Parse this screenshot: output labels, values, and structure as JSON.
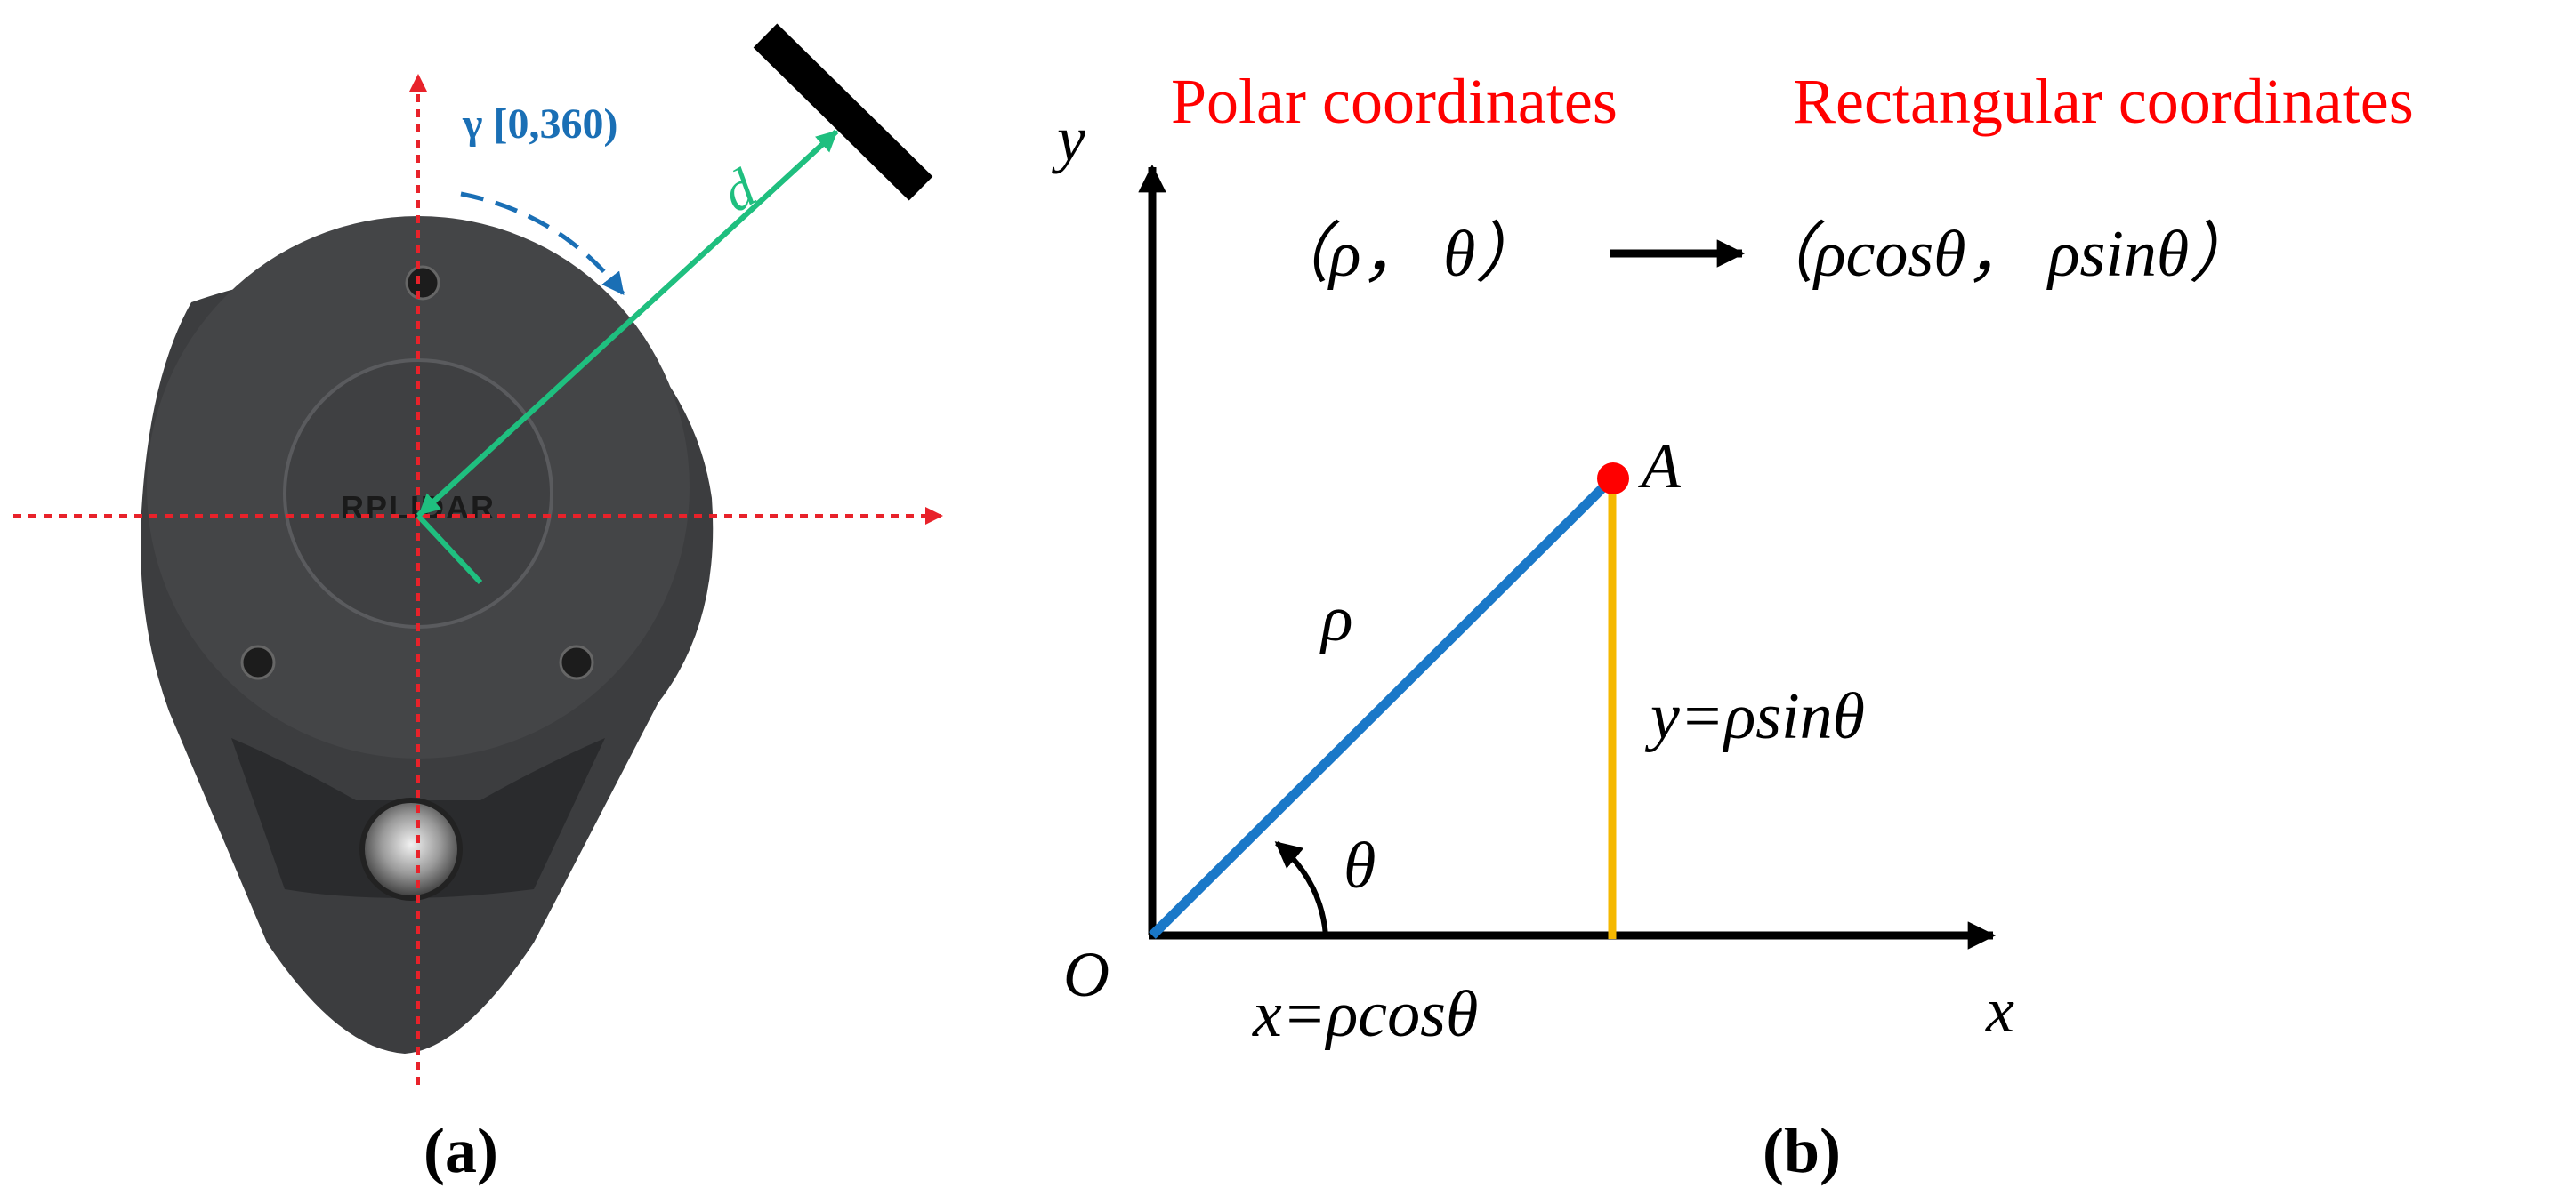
{
  "panel_a": {
    "label": "(a)",
    "angle_label": "γ [0,360)",
    "distance_label": "d",
    "device_logo_text": "RPLIDAR",
    "colors": {
      "axis": "#e8222a",
      "beam": "#1fbf7f",
      "angle_arc": "#1a6fb5",
      "device_body": "#3c3d3f",
      "obstacle": "#000000"
    }
  },
  "panel_b": {
    "label": "(b)",
    "polar_heading": "Polar coordinates",
    "rect_heading": "Rectangular coordinates",
    "polar_tuple": "（ρ， θ）",
    "rect_tuple": "（ρcosθ， ρsinθ）",
    "axis_y": "y",
    "axis_x": "x",
    "origin": "O",
    "point": "A",
    "rho_label": "ρ",
    "theta_label": "θ",
    "x_eq": "x=ρcosθ",
    "y_eq": "y=ρsinθ",
    "colors": {
      "heading": "#ff0000",
      "rho_line": "#1a78c8",
      "y_projection": "#f5b800",
      "point": "#ff0000",
      "axes": "#000000"
    }
  }
}
